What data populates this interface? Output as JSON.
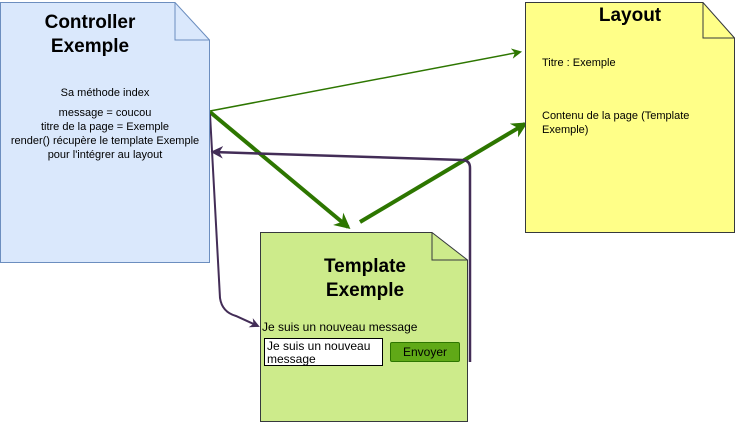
{
  "colors": {
    "controller_fill": "#dae8fc",
    "controller_stroke": "#6c8ebf",
    "layout_fill": "#ffff88",
    "layout_stroke": "#36393d",
    "template_fill": "#cdeb8b",
    "template_stroke": "#36393d",
    "arrow_green": "#2d7600",
    "arrow_purple": "#432d57",
    "button_fill": "#60a917"
  },
  "controller": {
    "title_line1": "Controller",
    "title_line2": "Exemple",
    "lines": [
      "Sa méthode index",
      "message = coucou",
      "titre de la page = Exemple",
      "render() récupère le template Exemple",
      "pour l'intégrer au layout"
    ]
  },
  "layout": {
    "title": "Layout",
    "titre": "Titre : Exemple",
    "contenu": "Contenu de la page (Template Exemple)"
  },
  "template": {
    "title_line1": "Template",
    "title_line2": "Exemple",
    "message": "Je suis un nouveau message",
    "input_value": "Je suis un nouveau message",
    "button_label": "Envoyer"
  }
}
